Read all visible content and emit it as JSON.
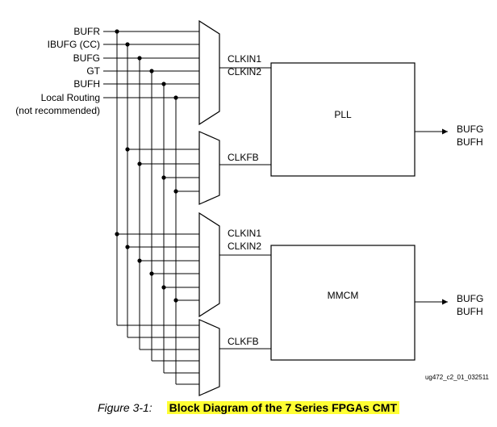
{
  "inputs": [
    {
      "label": "BUFR"
    },
    {
      "label": "IBUFG (CC)"
    },
    {
      "label": "BUFG"
    },
    {
      "label": "GT"
    },
    {
      "label": "BUFH"
    },
    {
      "label": "Local Routing"
    }
  ],
  "local_routing_note": "(not recommended)",
  "pll": {
    "name": "PLL",
    "clkin1": "CLKIN1",
    "clkin2": "CLKIN2",
    "clkfb": "CLKFB",
    "out1": "BUFG",
    "out2": "BUFH"
  },
  "mmcm": {
    "name": "MMCM",
    "clkin1": "CLKIN1",
    "clkin2": "CLKIN2",
    "clkfb": "CLKFB",
    "out1": "BUFG",
    "out2": "BUFH"
  },
  "figure_id": "ug472_c2_01_032511",
  "caption": {
    "figure_number": "Figure 3-1:",
    "title": "Block Diagram of the 7 Series FPGAs CMT"
  }
}
